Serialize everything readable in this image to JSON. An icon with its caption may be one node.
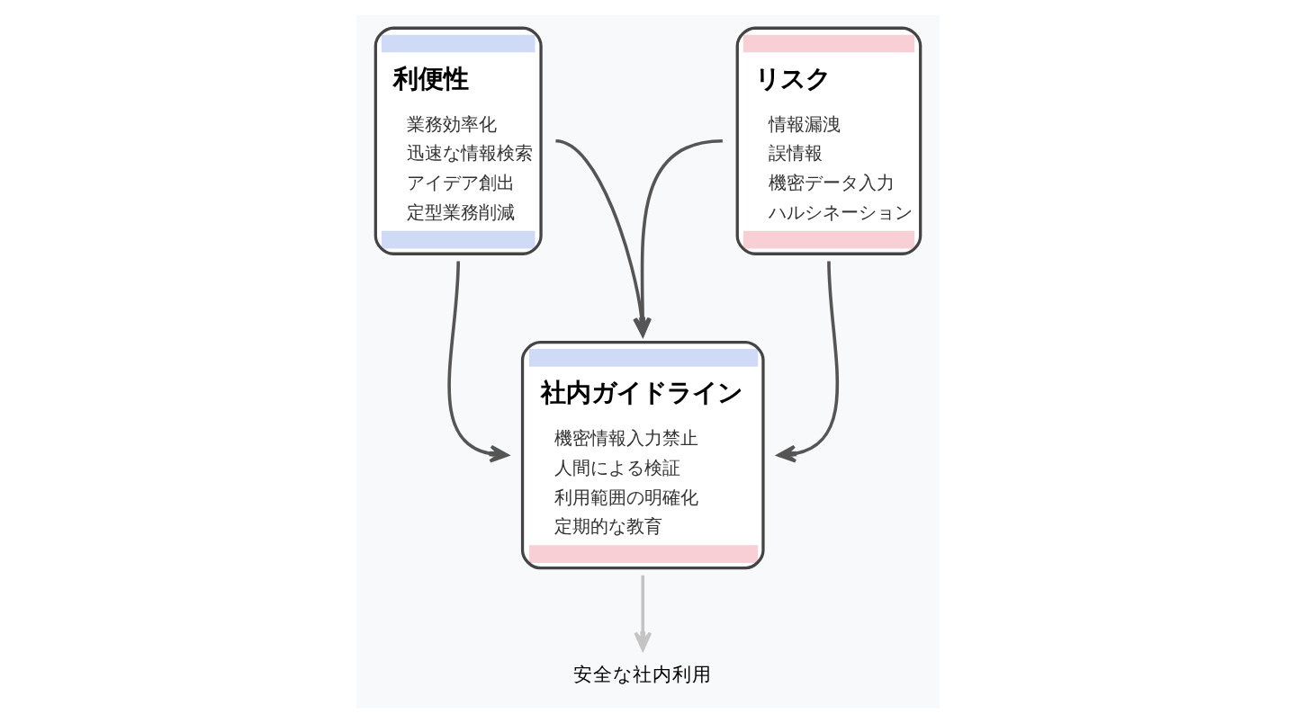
{
  "diagram": {
    "nodes": [
      {
        "text": [
          "利便性",
          "業務効率化",
          "迅速な情報検索",
          "アイデア創出",
          "定型業務削減"
        ]
      },
      {
        "text": [
          "リスク",
          "情報漏洩",
          "誤情報",
          "機密データ入力",
          "ハルシネーション"
        ]
      },
      {
        "text": [
          "社内ガイドライン",
          "機密情報入力禁止",
          "人間による検証",
          "利用範囲の明確化",
          "定期的な教育"
        ]
      },
      {
        "text": [
          "安全な社内利用"
        ]
      }
    ],
    "edges": [
      {
        "from": 0,
        "to": 2,
        "arrow": "to"
      },
      {
        "from": 0,
        "to": 2,
        "arrow": "to"
      },
      {
        "from": 1,
        "to": 2,
        "arrow": "to"
      },
      {
        "from": 1,
        "to": 2,
        "arrow": "to"
      },
      {
        "from": 2,
        "to": 3,
        "arrow": "to",
        "color": "#c4c4c4"
      }
    ]
  }
}
